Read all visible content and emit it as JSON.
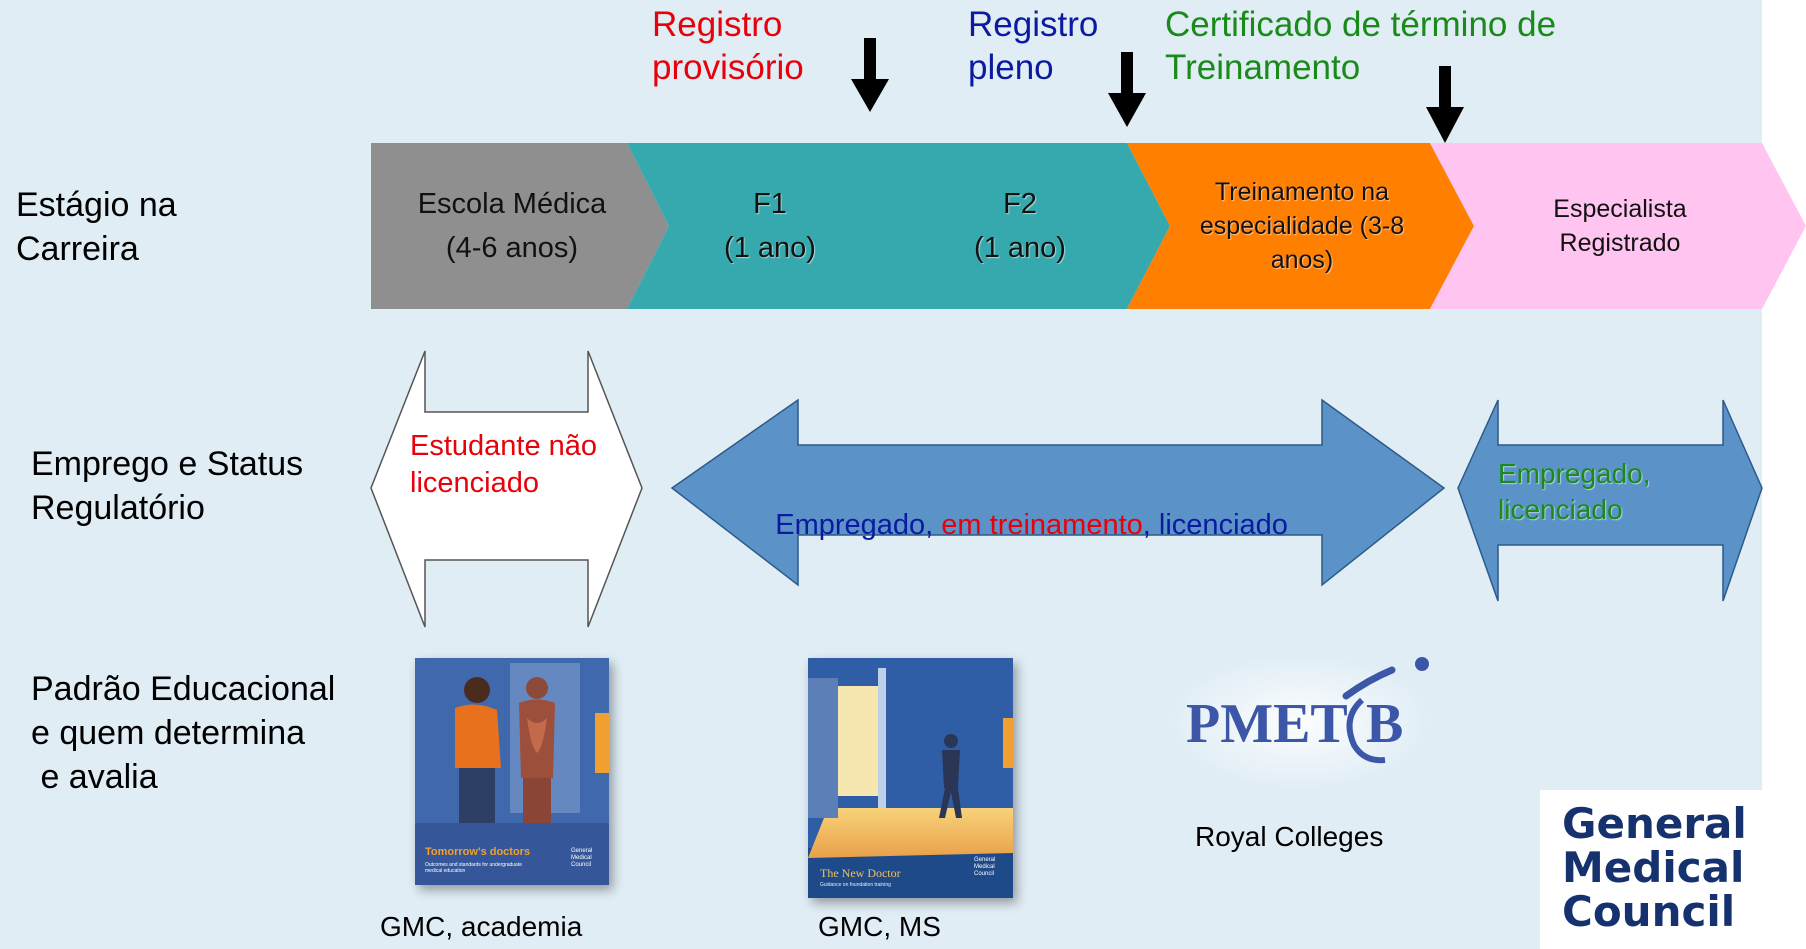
{
  "milestones": {
    "provisional": {
      "line1": "Registro",
      "line2": "provisório",
      "color": "#e8000b"
    },
    "full": {
      "line1": "Registro",
      "line2": "pleno",
      "color": "#0b1aa0"
    },
    "certificate": {
      "line1": "Certificado de término de",
      "line2": "Treinamento",
      "color": "#1a8a1a"
    }
  },
  "rows": {
    "career": {
      "line1": "Estágio na",
      "line2": "Carreira"
    },
    "employment": {
      "line1": "Emprego e Status",
      "line2": "Regulatório"
    },
    "standard": {
      "line1": "Padrão Educacional",
      "line2": "e quem determina",
      "line3": " e avalia"
    }
  },
  "stages": [
    {
      "line1": "Escola Médica",
      "line2": "(4-6 anos)",
      "color": "#8f8f8f"
    },
    {
      "line1": "F1",
      "line2": "(1 ano)",
      "color": "#35a9ad"
    },
    {
      "line1": "F2",
      "line2": "(1 ano)",
      "color": "#35a9ad"
    },
    {
      "line1": "Treinamento na",
      "line2": "especialidade (3-8",
      "line3": "anos)",
      "color": "#ff7f00"
    },
    {
      "line1": "Especialista",
      "line2": "Registrado",
      "color": "#ffc4f0"
    }
  ],
  "status_arrows": {
    "student": {
      "line1": "Estudante não",
      "line2": "licenciado",
      "color": "#e8000b"
    },
    "trainee": {
      "part1": "Empregado",
      "sep1": ", ",
      "part2": "em treinamento",
      "sep2": ", ",
      "part3": "licenciado",
      "blue": "#0b1aa0",
      "red": "#e8000b"
    },
    "specialist": {
      "line1": "Empregado,",
      "line2": "licenciado",
      "color": "#1a8a1a"
    }
  },
  "publications": {
    "tomorrows": {
      "title": "Tomorrow's doctors",
      "subtitle": "Outcomes and standards for undergraduate medical education",
      "brand1": "General",
      "brand2": "Medical",
      "brand3": "Council",
      "caption": "GMC, academia"
    },
    "newdoctor": {
      "title": "The New Doctor",
      "subtitle": "Guidance on foundation training",
      "brand1": "General",
      "brand2": "Medical",
      "brand3": "Council",
      "caption": "GMC, MS"
    },
    "pmetb": {
      "logo": "PMETB",
      "caption": "Royal Colleges"
    }
  },
  "gmc_logo": {
    "line1": "General",
    "line2": "Medical",
    "line3": "Council",
    "color": "#15326e"
  },
  "colors": {
    "background": "#e0edf5",
    "arrow_blue": "#5b93c9",
    "arrow_border": "#2d5a88"
  }
}
